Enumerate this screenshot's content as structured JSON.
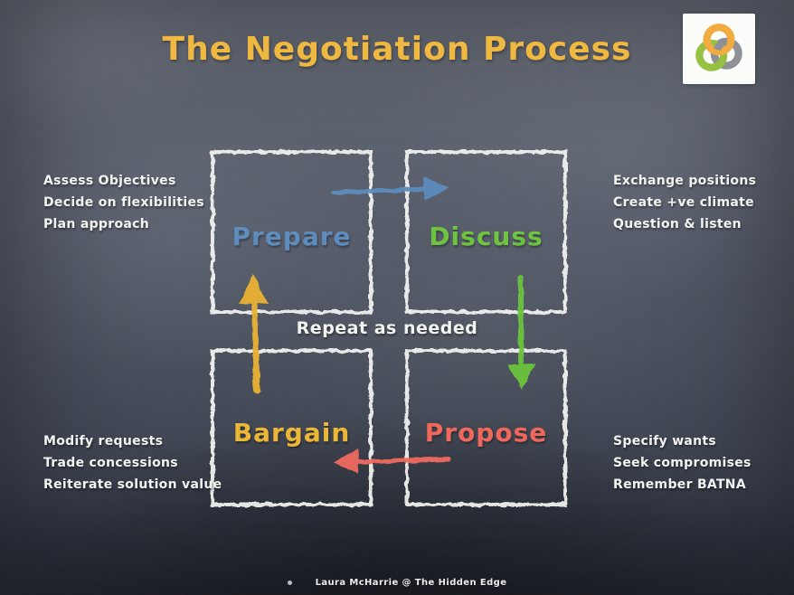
{
  "title": "The Negotiation Process",
  "logo": {
    "name": "interlocking-rings logo on white card",
    "ring_colors": [
      "#f2a93b",
      "#93bf3d",
      "#8b8e92"
    ]
  },
  "boxes": [
    {
      "id": "prepare",
      "label": "Prepare",
      "color": "#5d8cbd"
    },
    {
      "id": "discuss",
      "label": "Discuss",
      "color": "#6ec43e"
    },
    {
      "id": "bargain",
      "label": "Bargain",
      "color": "#ecb636"
    },
    {
      "id": "propose",
      "label": "Propose",
      "color": "#f0685c"
    }
  ],
  "notes": {
    "prepare": [
      "Assess Objectives",
      "Decide on flexibilities",
      "Plan approach"
    ],
    "discuss": [
      "Exchange positions",
      "Create +ve climate",
      "Question & listen"
    ],
    "bargain": [
      "Modify requests",
      "Trade concessions",
      "Reiterate solution value"
    ],
    "propose": [
      "Specify wants",
      "Seek compromises",
      "Remember BATNA"
    ]
  },
  "center_label": "Repeat as needed",
  "arrows": [
    {
      "name": "prepare-to-discuss",
      "color": "#5d8cbd",
      "direction": "right"
    },
    {
      "name": "discuss-to-propose",
      "color": "#6cc43e",
      "direction": "down"
    },
    {
      "name": "propose-to-bargain",
      "color": "#ef6a5e",
      "direction": "left"
    },
    {
      "name": "bargain-to-prepare",
      "color": "#eab233",
      "direction": "up"
    }
  ],
  "footer": {
    "credit": "Laura McHarrie @ The Hidden Edge"
  },
  "theme": {
    "background": "chalkboard",
    "chalk_white": "#f4f4f2",
    "title_color": "#efb63c"
  }
}
